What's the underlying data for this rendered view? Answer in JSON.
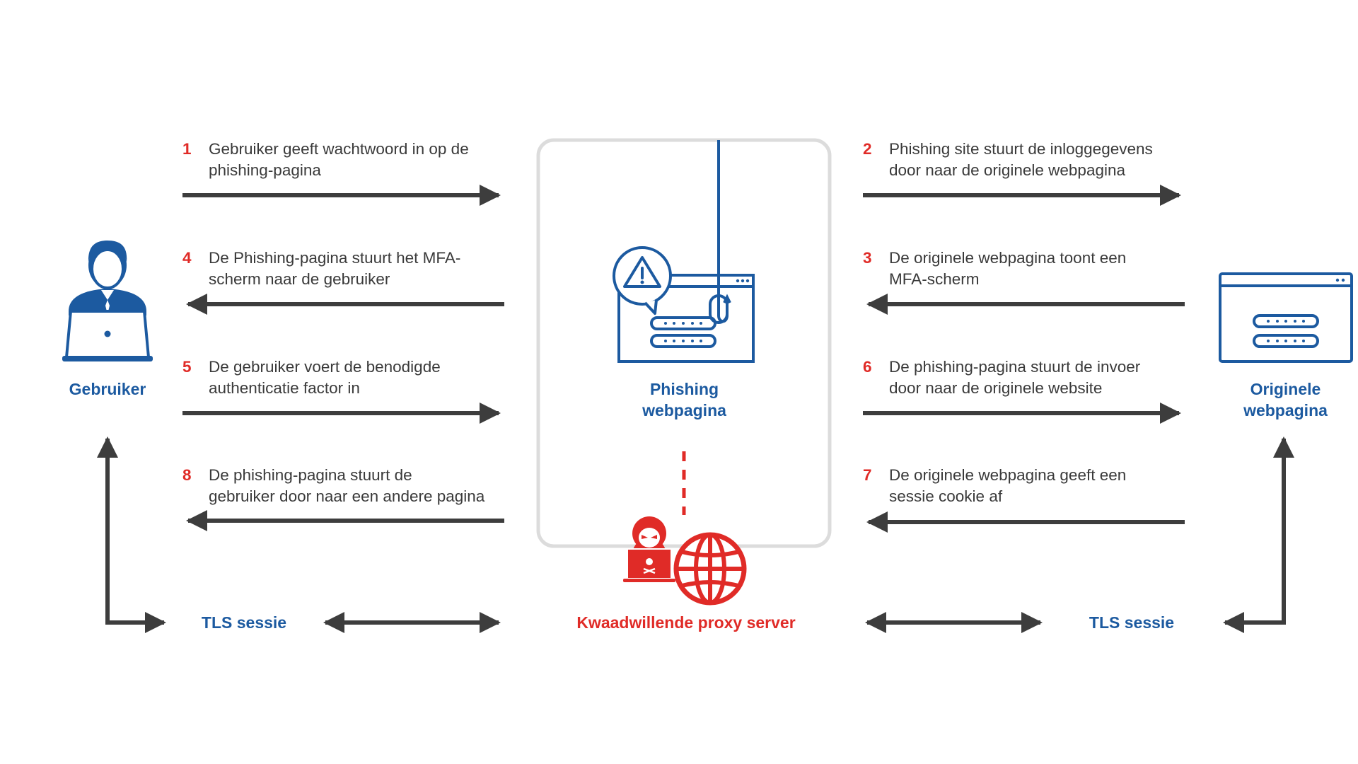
{
  "colors": {
    "blue": "#1c5aa0",
    "red": "#e02b27",
    "arrow": "#3d3d3d",
    "box_border": "#dcdcdc"
  },
  "actors": {
    "user": {
      "label": "Gebruiker",
      "icon": "user-with-laptop-icon"
    },
    "phishing": {
      "label_line1": "Phishing",
      "label_line2": "webpagina",
      "icon": "phishing-webpage-icon"
    },
    "original": {
      "label_line1": "Originele",
      "label_line2": "webpagina",
      "icon": "browser-window-icon"
    },
    "proxy": {
      "label": "Kwaadwillende proxy server",
      "icon": "hacker-globe-icon"
    }
  },
  "steps": [
    {
      "num": "1",
      "line1": "Gebruiker geeft wachtwoord in op de",
      "line2": "phishing-pagina",
      "direction": "right",
      "side": "left"
    },
    {
      "num": "4",
      "line1": "De Phishing-pagina stuurt het MFA-",
      "line2": "scherm naar de gebruiker",
      "direction": "left",
      "side": "left"
    },
    {
      "num": "5",
      "line1": "De gebruiker voert de benodigde",
      "line2": "authenticatie factor in",
      "direction": "right",
      "side": "left"
    },
    {
      "num": "8",
      "line1": "De phishing-pagina stuurt de",
      "line2": "gebruiker door naar een andere pagina",
      "direction": "left",
      "side": "left"
    },
    {
      "num": "2",
      "line1": "Phishing site stuurt de inloggegevens",
      "line2": "door naar de originele webpagina",
      "direction": "right",
      "side": "right"
    },
    {
      "num": "3",
      "line1": "De originele webpagina toont een",
      "line2": "MFA-scherm",
      "direction": "left",
      "side": "right"
    },
    {
      "num": "6",
      "line1": "De phishing-pagina stuurt de invoer",
      "line2": "door naar de originele website",
      "direction": "right",
      "side": "right"
    },
    {
      "num": "7",
      "line1": "De originele webpagina geeft een",
      "line2": "sessie cookie af",
      "direction": "left",
      "side": "right"
    }
  ],
  "tls": {
    "left": "TLS sessie",
    "right": "TLS sessie"
  }
}
